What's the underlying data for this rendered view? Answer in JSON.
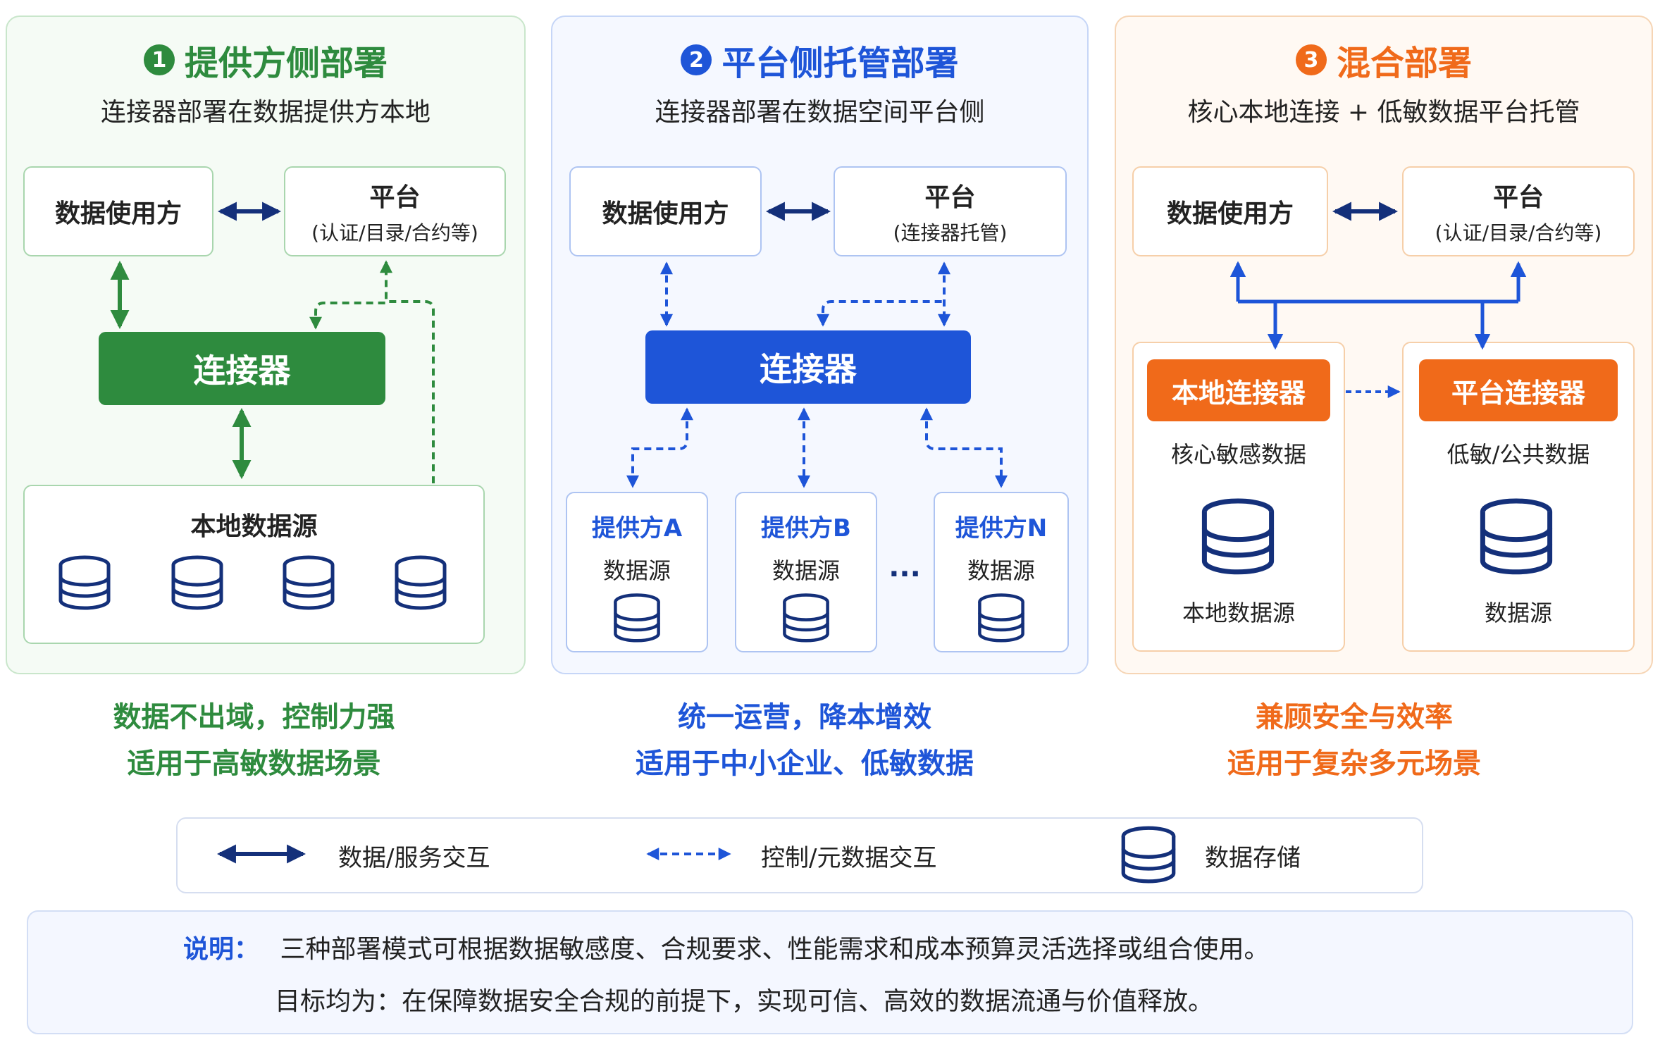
{
  "panels": [
    {
      "number": "1",
      "title": "提供方侧部署",
      "subtitle": "连接器部署在数据提供方本地",
      "consumer": "数据使用方",
      "platform_title": "平台",
      "platform_sub": "(认证/目录/合约等)",
      "connector": "连接器",
      "local_source": "本地数据源",
      "footer": [
        "数据不出域，控制力强",
        "适用于高敏数据场景"
      ],
      "color": "#2e8b3e"
    },
    {
      "number": "2",
      "title": "平台侧托管部署",
      "subtitle": "连接器部署在数据空间平台侧",
      "consumer": "数据使用方",
      "platform_title": "平台",
      "platform_sub": "(连接器托管)",
      "connector": "连接器",
      "providers": [
        {
          "name": "提供方A",
          "sub": "数据源"
        },
        {
          "name": "提供方B",
          "sub": "数据源"
        },
        {
          "name": "提供方N",
          "sub": "数据源"
        }
      ],
      "ellipsis": "...",
      "footer": [
        "统一运营，降本增效",
        "适用于中小企业、低敏数据"
      ],
      "color": "#1e55d8"
    },
    {
      "number": "3",
      "title": "混合部署",
      "subtitle": "核心本地连接 + 低敏数据平台托管",
      "consumer": "数据使用方",
      "platform_title": "平台",
      "platform_sub": "(认证/目录/合约等)",
      "local_connector": "本地连接器",
      "local_connector_sub": "核心敏感数据",
      "local_connector_store": "本地数据源",
      "platform_connector": "平台连接器",
      "platform_connector_sub": "低敏/公共数据",
      "platform_connector_store": "数据源",
      "footer": [
        "兼顾安全与效率",
        "适用于复杂多元场景"
      ],
      "color": "#f06a1a"
    }
  ],
  "legend": {
    "solid": "数据/服务交互",
    "dashed": "控制/元数据交互",
    "storage": "数据存储"
  },
  "note": {
    "label": "说明：",
    "line1": "三种部署模式可根据数据敏感度、合规要求、性能需求和成本预算灵活选择或组合使用。",
    "line2": "目标均为：在保障数据安全合规的前提下，实现可信、高效的数据流通与价值释放。"
  },
  "colors": {
    "navy": "#14307a",
    "green": "#2e8b3e",
    "blue": "#1e55d8",
    "orange": "#f06a1a"
  }
}
